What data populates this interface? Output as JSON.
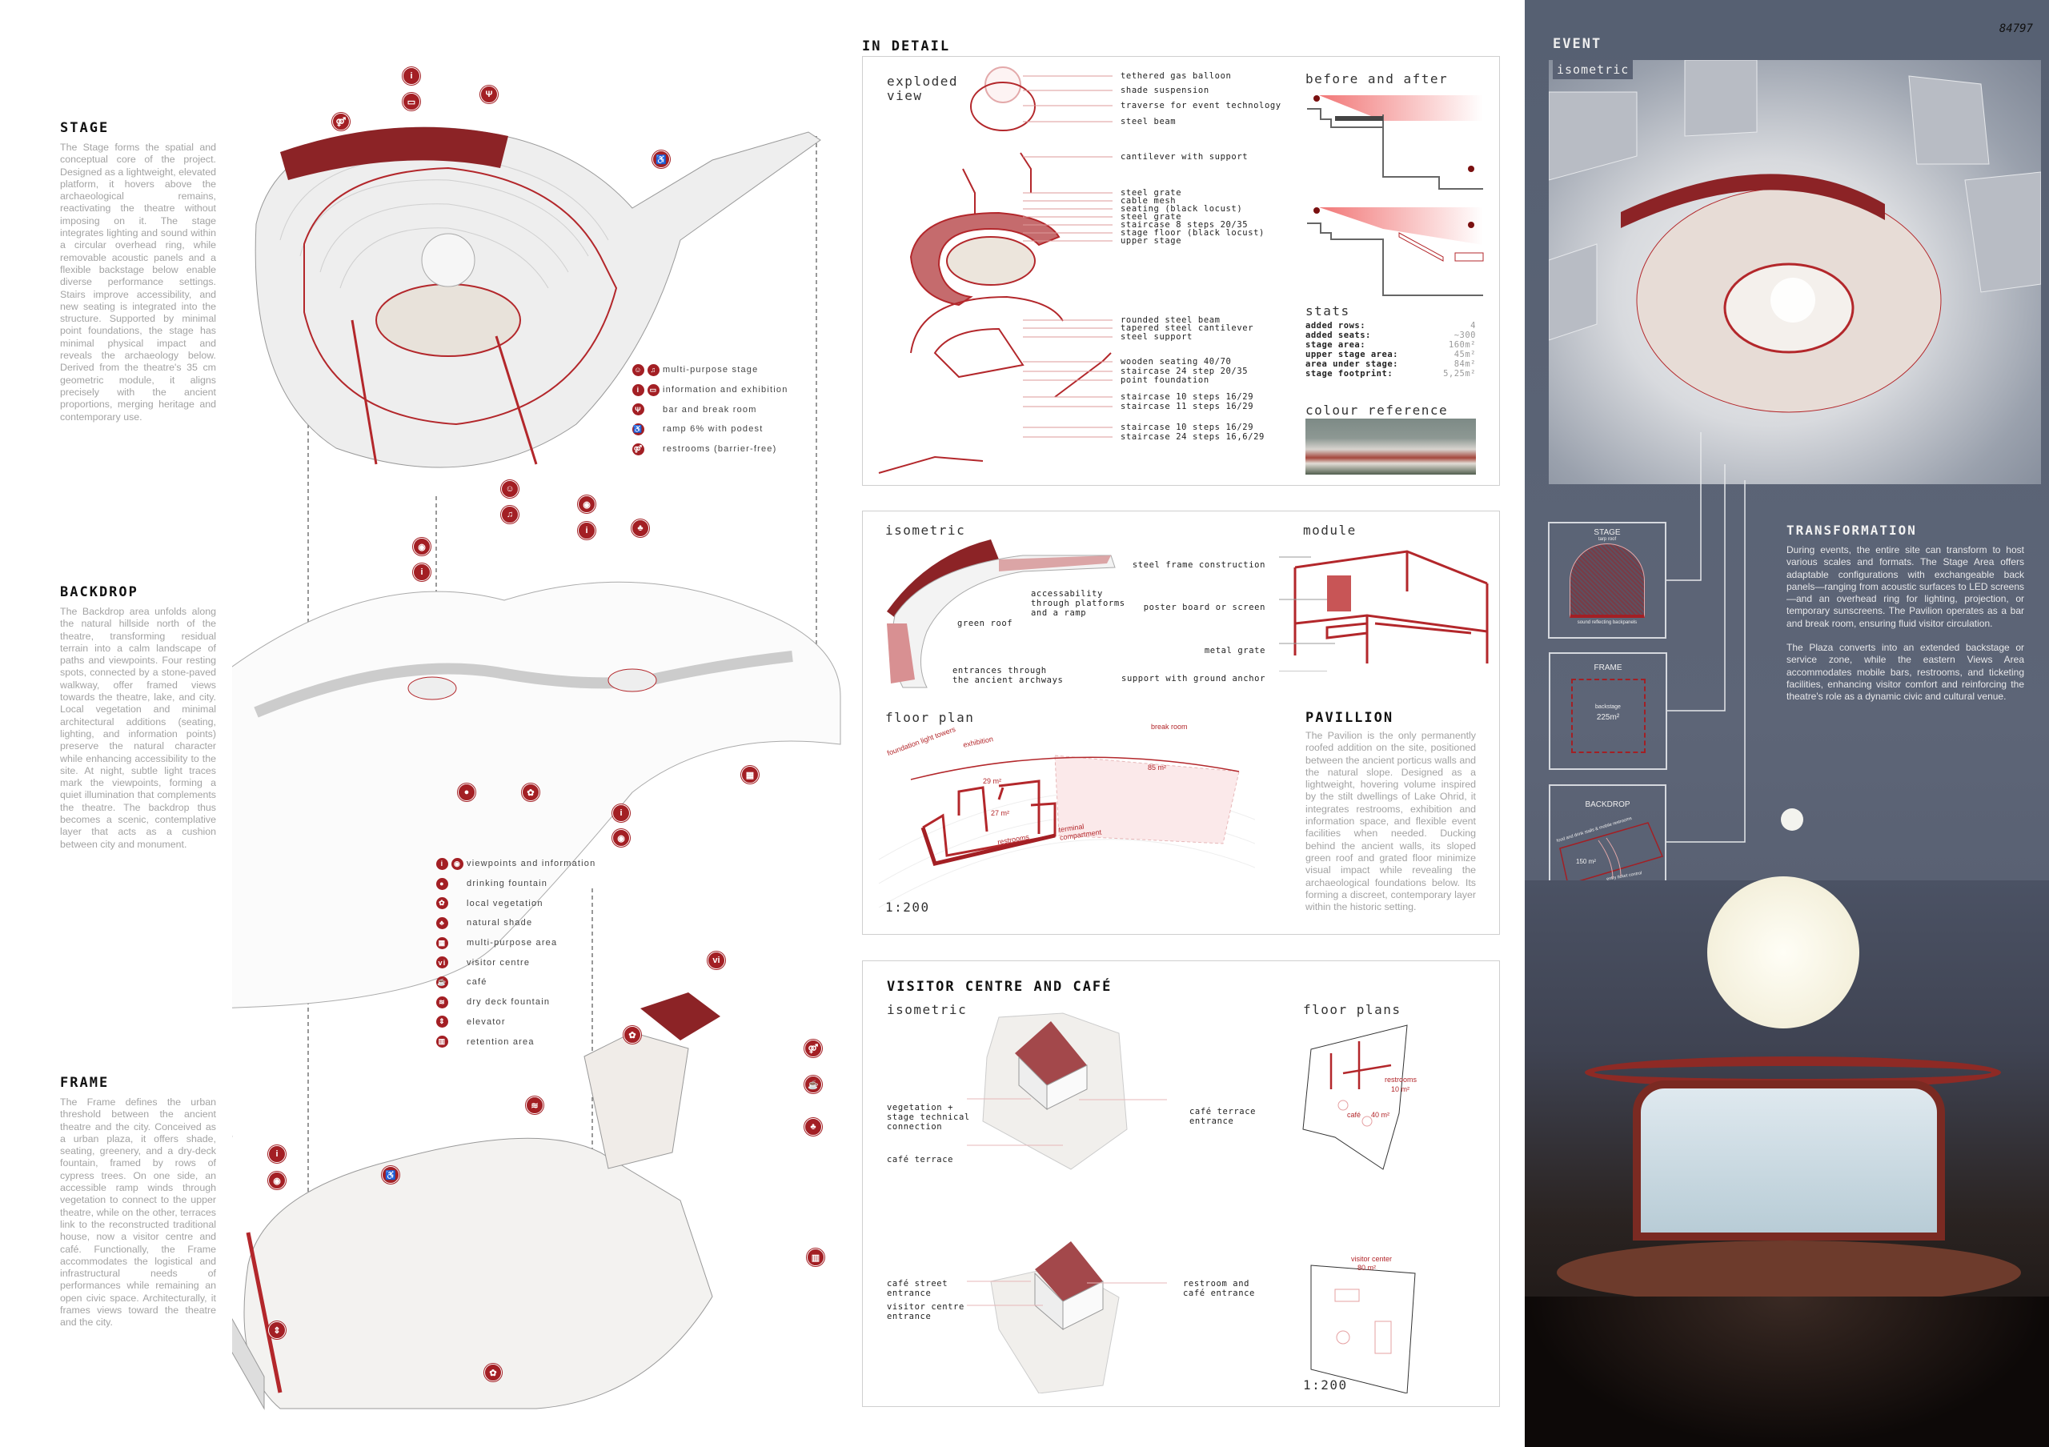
{
  "left": {
    "stage": {
      "title": "STAGE",
      "text": "The Stage forms the spatial and conceptual core of the project. Designed as a lightweight, elevated platform, it hovers above the archaeological remains, reactivating the theatre without imposing on it. The stage integrates lighting and sound within a circular overhead ring, while removable acoustic panels and a flexible backstage below enable diverse performance settings. Stairs improve accessibility, and new seating is integrated into the structure. Supported by minimal point foundations, the stage has minimal physical impact and reveals the archaeology below. Derived from the theatre's 35 cm geometric module, it aligns precisely with the ancient proportions, merging heritage and contemporary use."
    },
    "backdrop": {
      "title": "BACKDROP",
      "text": "The Backdrop area unfolds along the natural hillside north of the theatre, transforming residual terrain into a calm landscape of paths and viewpoints. Four resting spots, connected by a stone-paved walkway, offer framed views towards the theatre, lake, and city. Local vegetation and minimal architectural additions (seating, lighting, and information points) preserve the natural character while enhancing accessibility to the site. At night, subtle light traces mark the viewpoints, forming a quiet illumination that complements the theatre. The backdrop thus becomes a scenic, contemplative layer that acts as a cushion between city and monument."
    },
    "frame": {
      "title": "FRAME",
      "text": "The Frame defines the urban threshold between the ancient theatre and the city. Conceived as a urban plaza, it offers shade, seating, greenery, and a dry-deck fountain, framed by rows of cypress trees. On one side, an accessible ramp winds through vegetation to connect to the upper theatre, while on the other, terraces link to the reconstructed traditional house, now a visitor centre and café. Functionally, the Frame accommodates the logistical and infrastructural needs of performances while remaining an open civic space. Architecturally, it frames views toward the theatre and the city."
    }
  },
  "legend_stage": [
    {
      "label": "multi-purpose stage",
      "icons": [
        "theatre-masks-icon",
        "performers-icon"
      ]
    },
    {
      "label": "information and exhibition",
      "icons": [
        "info-icon",
        "exhibition-icon"
      ]
    },
    {
      "label": "bar and break room",
      "icons": [
        "bar-icon"
      ]
    },
    {
      "label": "ramp 6% with podest",
      "icons": [
        "wheelchair-icon"
      ]
    },
    {
      "label": "restrooms (barrier-free)",
      "icons": [
        "restroom-icon"
      ]
    }
  ],
  "legend_site": [
    {
      "label": "viewpoints and information",
      "icons": [
        "info-icon",
        "eye-icon"
      ]
    },
    {
      "label": "drinking fountain",
      "icons": [
        "drops-icon"
      ]
    },
    {
      "label": "local vegetation",
      "icons": [
        "plant-icon"
      ]
    },
    {
      "label": "natural shade",
      "icons": [
        "tree-icon"
      ]
    },
    {
      "label": "multi-purpose area",
      "icons": [
        "grid-icon"
      ]
    },
    {
      "label": "visitor centre",
      "icons": [
        "vi-icon"
      ]
    },
    {
      "label": "café",
      "icons": [
        "cup-icon"
      ]
    },
    {
      "label": "dry deck fountain",
      "icons": [
        "fountain-icon"
      ]
    },
    {
      "label": "elevator",
      "icons": [
        "elevator-icon"
      ]
    },
    {
      "label": "retention area",
      "icons": [
        "retention-icon"
      ]
    }
  ],
  "detail": {
    "title": "IN DETAIL",
    "exploded_title": "exploded view",
    "exploded_labels": [
      "tethered gas balloon",
      "shade suspension",
      "traverse for event technology",
      "steel beam",
      "cantilever with support",
      "steel grate",
      "cable mesh",
      "seating (black locust)",
      "steel grate",
      "staircase 8 steps 20/35",
      "stage floor (black locust)",
      "upper stage",
      "rounded steel beam",
      "tapered steel cantilever",
      "steel support",
      "wooden seating 40/70",
      "staircase 24 step 20/35",
      "point foundation",
      "staircase 10 steps 16/29",
      "staircase 11 steps 16/29",
      "staircase 10 steps 16/29",
      "staircase 24 steps 16,6/29"
    ],
    "before_after_title": "before and after",
    "stats_title": "stats",
    "stats": [
      {
        "label": "added rows:",
        "value": "4"
      },
      {
        "label": "added seats:",
        "value": "~300"
      },
      {
        "label": "stage area:",
        "value": "160m²"
      },
      {
        "label": "upper stage area:",
        "value": "45m²"
      },
      {
        "label": "area under stage:",
        "value": "84m²"
      },
      {
        "label": "stage footprint:",
        "value": "5,25m²"
      }
    ],
    "colour_reference_title": "colour reference"
  },
  "pavilion": {
    "isometric_title": "isometric",
    "module_title": "module",
    "iso_labels": [
      "accessability through platforms and a ramp",
      "green roof",
      "entrances through the ancient archways"
    ],
    "module_labels": [
      "steel frame construction",
      "poster board or screen",
      "metal grate",
      "support with ground anchor"
    ],
    "floor_plan_title": "floor plan",
    "plan_labels": {
      "foundation": "foundation light towers",
      "exhibition": "exhibition",
      "break": "break room",
      "a85": "85 m²",
      "a29": "29 m²",
      "a27": "27 m²",
      "terminal": "terminal compartment",
      "restrooms": "restrooms"
    },
    "scale": "1:200",
    "title": "PAVILLION",
    "text": "The Pavilion is the only permanently roofed addition on the site, positioned between the ancient porticus walls and the natural slope. Designed as a lightweight, hovering volume inspired by the stilt dwellings of Lake Ohrid, it integrates restrooms, exhibition and information space, and flexible event facilities when needed. Ducking behind the ancient walls, its sloped green roof and grated floor minimize visual impact while revealing the archaeological foundations below. Its forming a discreet, contemporary layer within the historic setting."
  },
  "visitor": {
    "title": "VISITOR CENTRE AND CAFÉ",
    "isometric_title": "isometric",
    "floor_plans_title": "floor plans",
    "labels": {
      "vegetation": "vegetation + stage technical connection",
      "terrace_entrance": "café terrace entrance",
      "terrace": "café terrace",
      "street_entrance": "café street entrance",
      "vc_entrance": "visitor centre entrance",
      "restroom_entrance": "restroom and café entrance"
    },
    "plan_labels": {
      "restrooms": "restrooms",
      "restrooms_area": "10 m²",
      "cafe": "café",
      "cafe_area": "40 m²",
      "vc": "visitor center",
      "vc_area": "80 m²"
    },
    "scale": "1:200"
  },
  "event": {
    "id": "84797",
    "title": "EVENT",
    "isometric": "isometric",
    "mini": {
      "stage": {
        "title": "STAGE",
        "top": "tarp roof",
        "bottom": "sound reflecting backpanels"
      },
      "frame": {
        "title": "FRAME",
        "label": "backstage",
        "area": "225m²"
      },
      "backdrop": {
        "title": "BACKDROP",
        "top": "food and drink stalls & mobile restrooms",
        "area": "150 m²",
        "bottom": "entry ticket control"
      }
    },
    "transformation_title": "TRANSFORMATION",
    "transformation_text1": "During events, the entire site can transform to host various scales and formats. The Stage Area offers adaptable configurations with exchangeable back panels—ranging from acoustic surfaces to LED screens—and an overhead ring for lighting, projection, or temporary sunscreens. The Pavilion operates as a bar and break room, ensuring fluid visitor circulation.",
    "transformation_text2": "The Plaza converts into an extended backstage or service zone, while the eastern Views Area accommodates mobile bars, restrooms, and ticketing facilities, enhancing visitor comfort and reinforcing the theatre's role as a dynamic civic and cultural venue."
  },
  "colors": {
    "accent": "#a31f24",
    "panel": "#5a6274",
    "text_gray": "#a3a3a3"
  }
}
